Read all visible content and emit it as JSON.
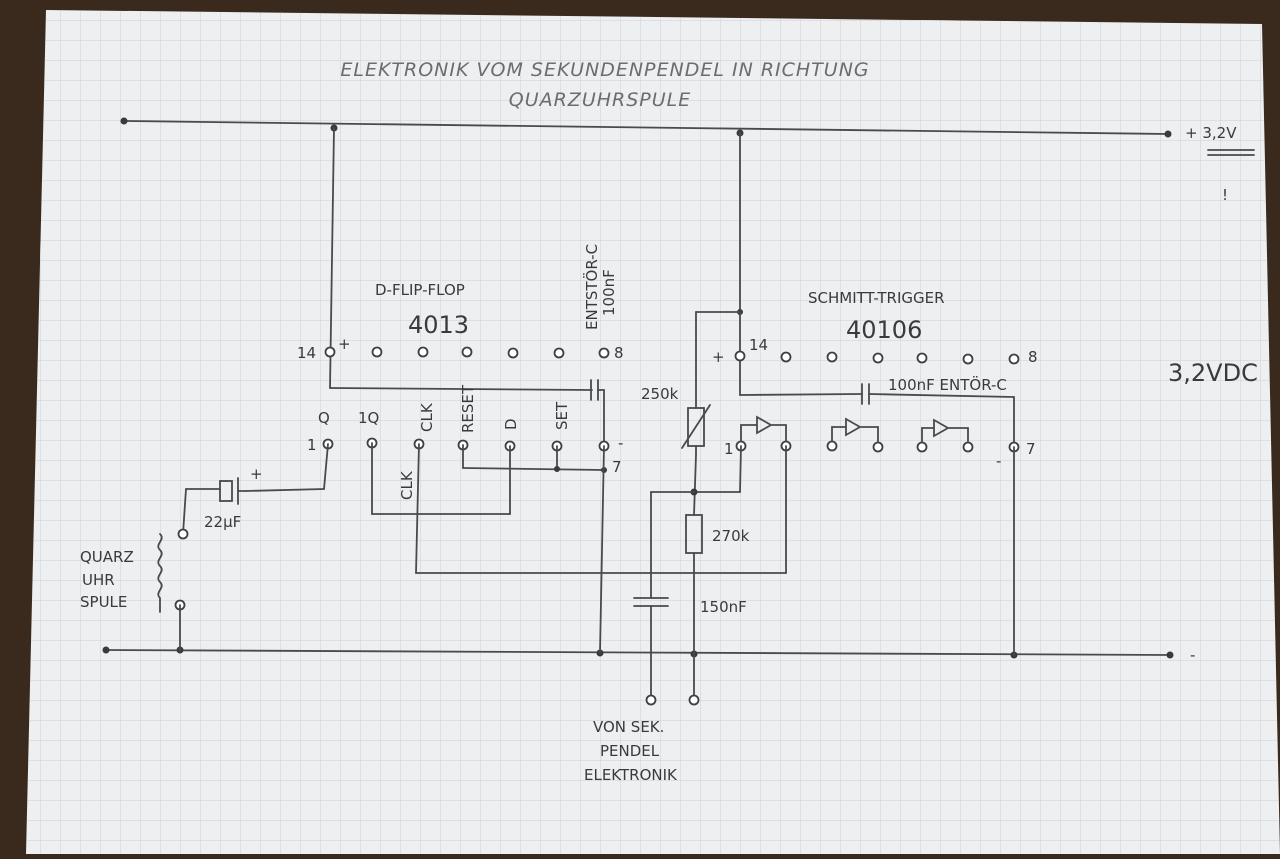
{
  "title": {
    "line1": "ELEKTRONIK VOM SEKUNDENPENDEL IN RICHTUNG",
    "line2": "QUARZUHRSPULE"
  },
  "supply": {
    "plus_label": "+ 3,2V",
    "minus_label": "-",
    "dc_label": "3,2VDC",
    "note_mark": "!"
  },
  "ic1": {
    "name": "D-FLIP-FLOP",
    "number": "4013",
    "pin14": "14",
    "plus": "+",
    "pin8": "8",
    "pin1": "1",
    "pin7": "7",
    "minus": "-",
    "q": "Q",
    "qbar": "1Q",
    "clk": "CLK",
    "clk_wire": "CLK",
    "reset": "RESET",
    "d": "D",
    "set": "SET",
    "decap": "ENTSTÖR-C",
    "decap_value": "100nF"
  },
  "ic2": {
    "name": "SCHMITT-TRIGGER",
    "number": "40106",
    "pin14": "14",
    "plus": "+",
    "pin8": "8",
    "pin1": "1",
    "pin7": "7",
    "minus": "-",
    "decap": "100nF ENTÖR-C"
  },
  "components": {
    "cap_coil": "22µF",
    "cap_plus": "+",
    "trimmer": "250k",
    "resistor": "270k",
    "cap_timing": "150nF",
    "coil_label": [
      "QUARZ",
      "UHR",
      "SPULE"
    ]
  },
  "input_label": [
    "VON SEK.",
    "PENDEL",
    "ELEKTRONIK"
  ]
}
